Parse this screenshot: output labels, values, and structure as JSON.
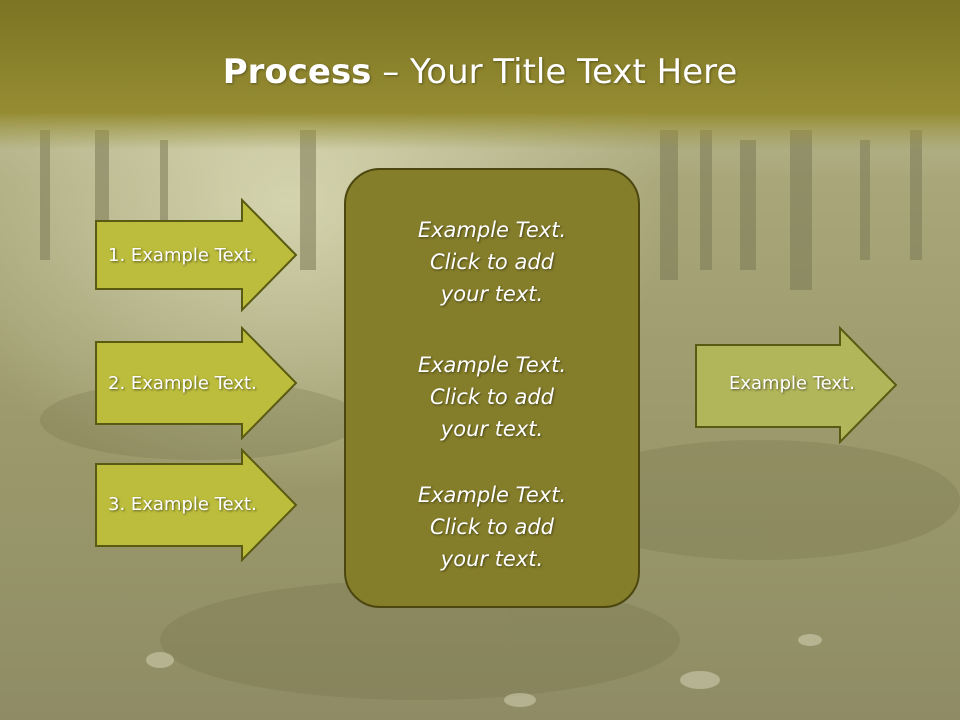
{
  "slide": {
    "title_bold": "Process",
    "title_rest": " – Your Title Text Here"
  },
  "left_arrows": [
    {
      "label": "1. Example Text."
    },
    {
      "label": "2. Example Text."
    },
    {
      "label": "3. Example Text."
    }
  ],
  "center_box": {
    "paragraphs": [
      {
        "lines": [
          "Example Text.",
          "Click  to add",
          "your text."
        ]
      },
      {
        "lines": [
          "Example Text.",
          "Click  to add",
          "your text."
        ]
      },
      {
        "lines": [
          "Example Text.",
          "Click  to add",
          "your text."
        ]
      }
    ]
  },
  "right_arrow": {
    "label": "Example Text."
  },
  "colors": {
    "title_band": "#8e8626",
    "arrow_fill": "#bcbd3c",
    "arrow_stroke": "#5a5a12",
    "right_arrow_fill": "#b2b65a",
    "center_box_fill": "#847d2a",
    "background": "#a6a47a"
  }
}
